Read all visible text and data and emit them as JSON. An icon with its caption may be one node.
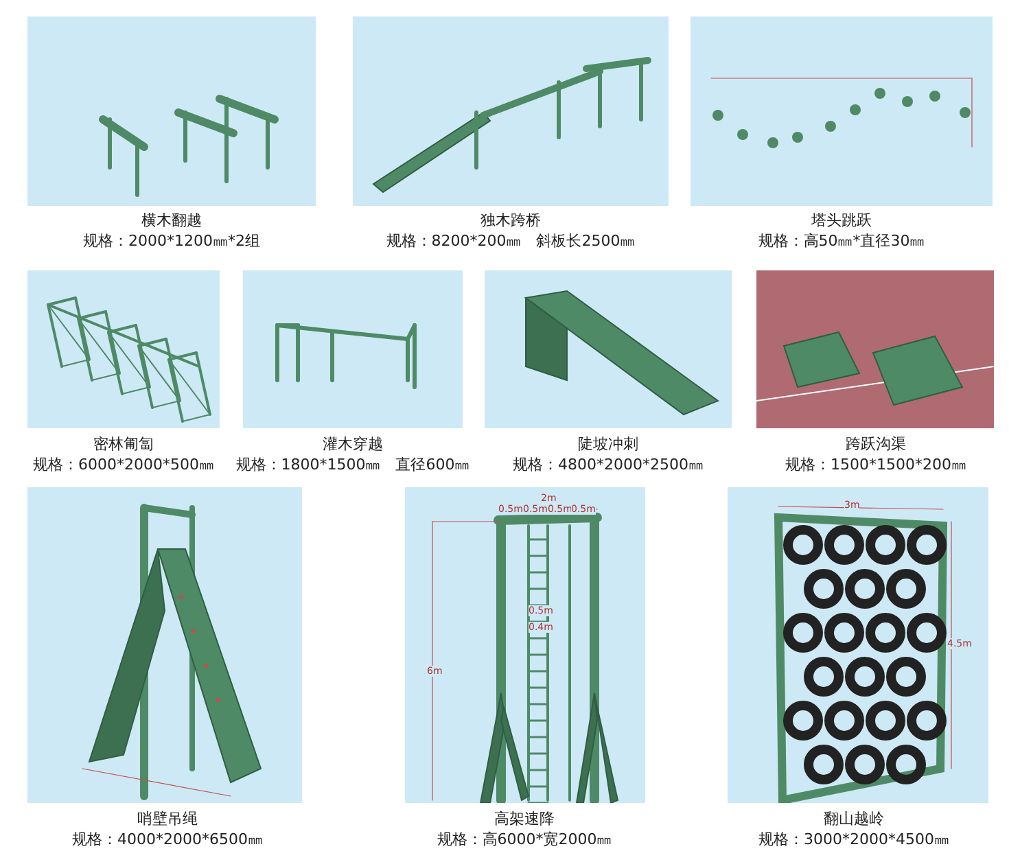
{
  "diagram": {
    "labels": [
      "横木翻越",
      "规格：2000*1200㎜*2组",
      "独木跨桥",
      "规格：8200*200㎜　斜板长2500㎜",
      "塔头跳跃",
      "规格：高50㎜*直径30㎜",
      "密林匍匐",
      "规格：6000*2000*500㎜",
      "灌木穿越",
      "规格：1800*1500㎜　直径600㎜",
      "陡坡冲刺",
      "规格：4800*2000*2500㎜",
      "跨跃沟渠",
      "规格：1500*1500*200㎜",
      "哨壁吊绳",
      "规格：4000*2000*6500㎜",
      "2m",
      "0.5m",
      "0.5m",
      "0.5m",
      "0.5m",
      "0.5m",
      "0.4m",
      "6m",
      "高架速降",
      "规格：高6000*宽2000㎜",
      "3m",
      "4.5m",
      "翻山越岭",
      "规格：3000*2000*4500㎜"
    ]
  }
}
